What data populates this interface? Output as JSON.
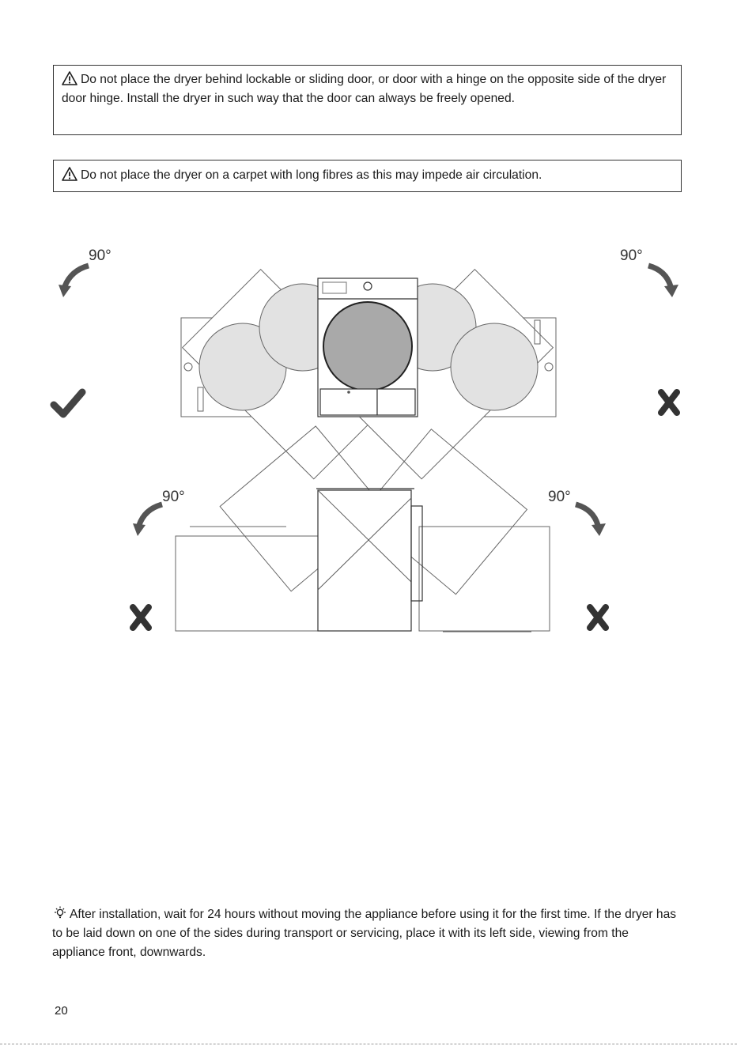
{
  "warnings": [
    {
      "text": "Do not place the dryer behind lockable or sliding door, or door with a hinge on the opposite side of the dryer door hinge. Install the dryer in such way that the door can always be freely opened."
    },
    {
      "text": "Do not place the dryer on a carpet with long fibres as this may impede air circulation."
    }
  ],
  "diagram": {
    "rotation_label": "90°",
    "icons": [
      "rotate-left-arrow-icon",
      "rotate-right-arrow-icon",
      "check-icon",
      "cross-icon"
    ],
    "accent_drum": "#a9a9a9",
    "ghost_drum": "#e2e2e2"
  },
  "tip": {
    "text": "After installation, wait for 24 hours without moving the appliance before using it for the first time. If the dryer has to be laid down on one of the sides during transport or servicing, place it with its left side, viewing from the appliance front, downwards."
  },
  "page_number": "20"
}
